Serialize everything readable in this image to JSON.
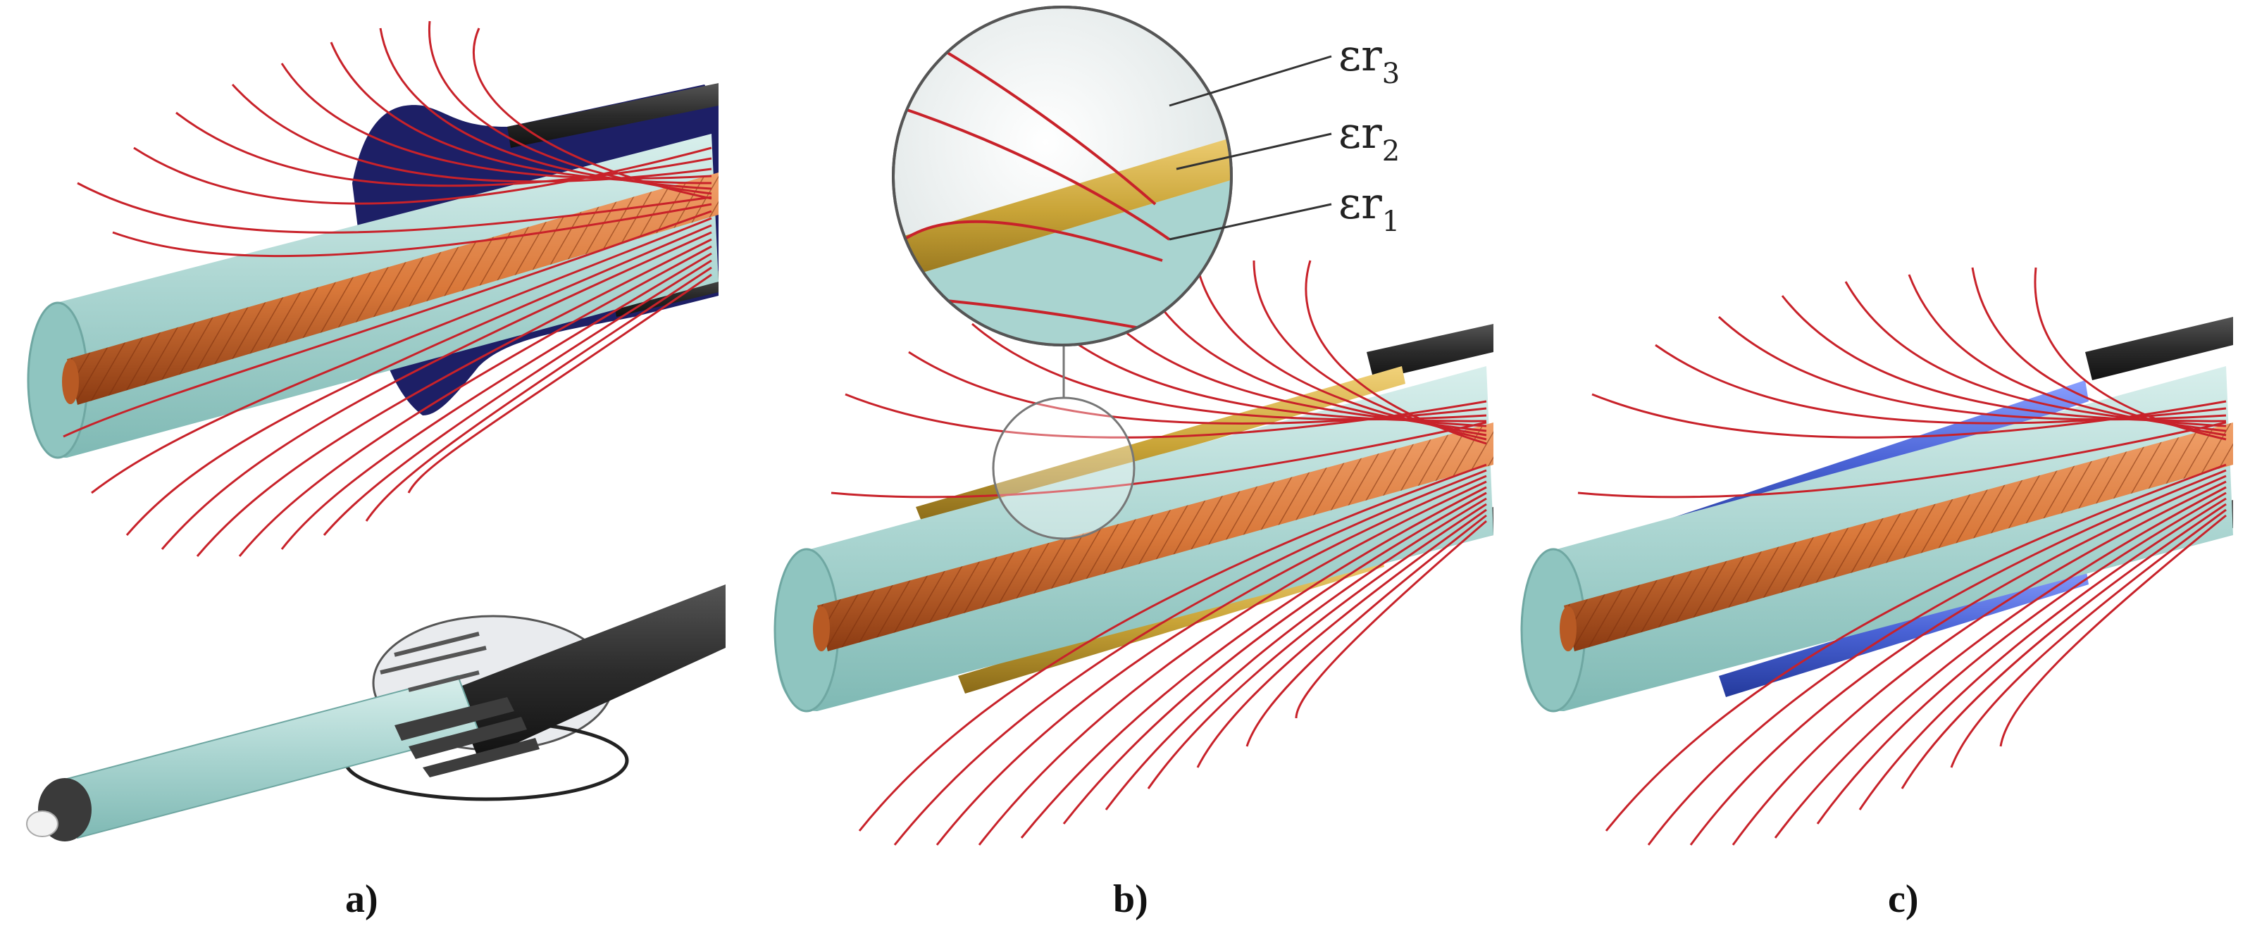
{
  "figure": {
    "panels": [
      {
        "id": "a",
        "label": "a)"
      },
      {
        "id": "b",
        "label": "b)"
      },
      {
        "id": "c",
        "label": "c)"
      }
    ],
    "inset_labels": [
      {
        "symbol": "εr",
        "subscript": "3"
      },
      {
        "symbol": "εr",
        "subscript": "2"
      },
      {
        "symbol": "εr",
        "subscript": "1"
      }
    ],
    "colors": {
      "insulation": "#a9d4d0",
      "insulation_dark": "#6fa7a2",
      "conductor": "#d9783a",
      "conductor_dark": "#8a3a12",
      "field_lines": "#c8222a",
      "stress_cone_a": "#1d1f66",
      "stress_layer_b": "#c9a437",
      "stress_layer_c": "#4a63d6",
      "sheath": "#2b2b2b"
    },
    "icons": [
      "stress-cone",
      "stress-control-layer",
      "magnifier-inset",
      "termination-3d"
    ]
  }
}
